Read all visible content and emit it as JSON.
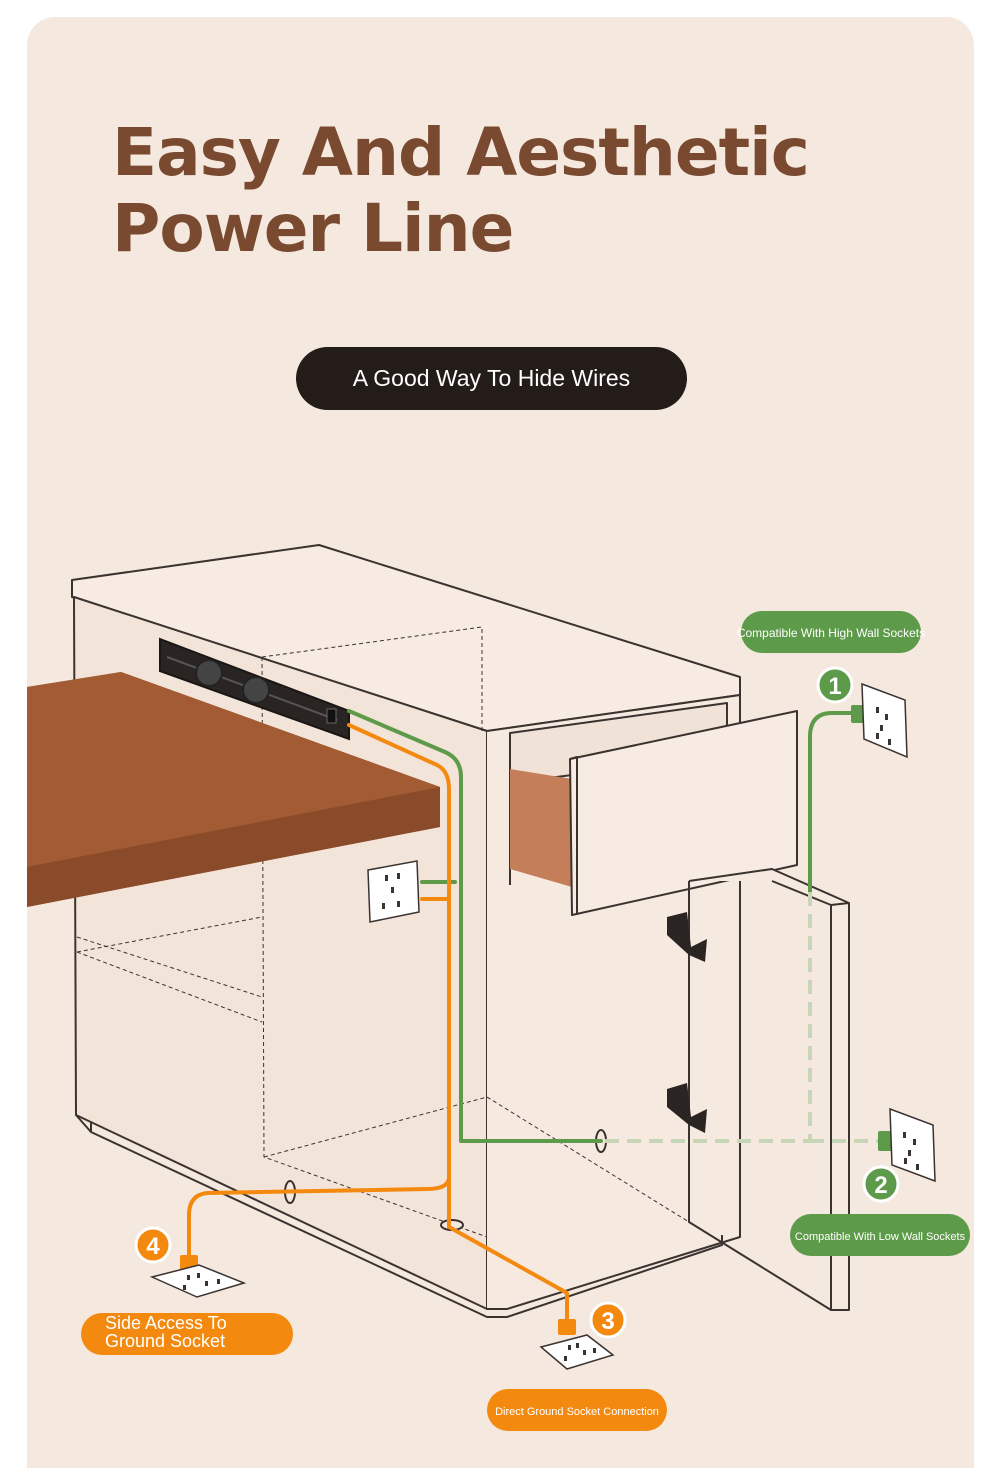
{
  "title": {
    "line1": "Easy And Aesthetic",
    "line2": "Power Line"
  },
  "subtitle_pill": "A Good Way To Hide Wires",
  "callouts": {
    "high_wall": {
      "number": "1",
      "text": "Compatible With High Wall Sockets"
    },
    "low_wall": {
      "number": "2",
      "text": "Compatible With Low Wall Sockets"
    },
    "direct_ground": {
      "number": "3",
      "text": "Direct Ground Socket Connection"
    },
    "side_ground": {
      "number": "4",
      "text": "Side Access To Ground Socket"
    }
  },
  "colors": {
    "background": "#f5e8df",
    "title": "#7a4a30",
    "pill_dark": "#231c18",
    "green": "#5d9a49",
    "orange": "#f38a0f",
    "desk": "#9b5530",
    "line": "#3a3330"
  },
  "icons": [
    "power-strip-icon",
    "wall-socket-icon",
    "floor-socket-icon",
    "plug-icon",
    "hinge-icon",
    "cable-grommet-icon"
  ]
}
